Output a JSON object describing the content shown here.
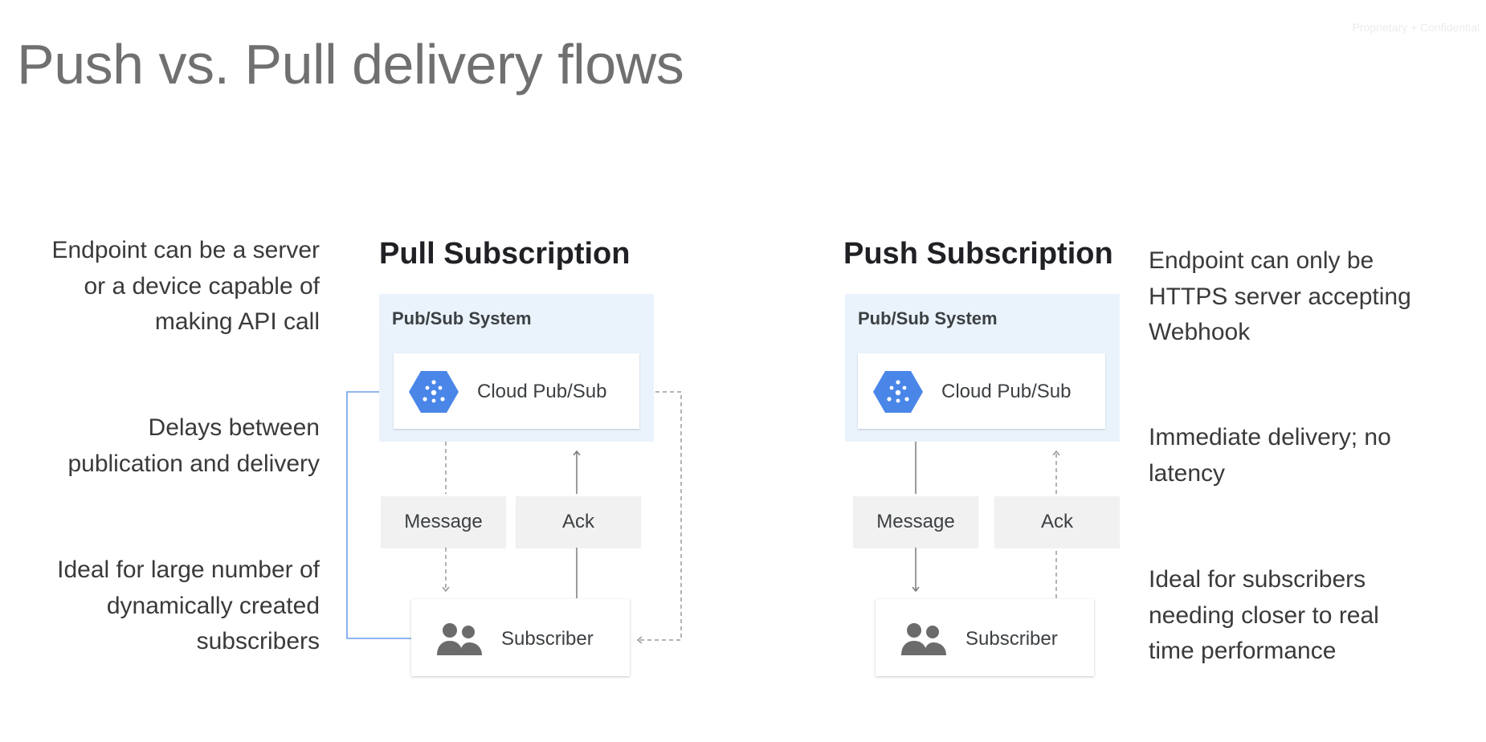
{
  "slide": {
    "title": "Push vs. Pull delivery flows",
    "watermark": "Proprietary + Confidential"
  },
  "pull": {
    "heading": "Pull Subscription",
    "system_label": "Pub/Sub System",
    "service_label": "Cloud Pub/Sub",
    "message_label": "Message",
    "ack_label": "Ack",
    "subscriber_label": "Subscriber",
    "notes": [
      "Endpoint can be a server or a device capable of making API call",
      "Delays between publication and delivery",
      "Ideal for large number of dynamically created subscribers"
    ]
  },
  "push": {
    "heading": "Push Subscription",
    "system_label": "Pub/Sub System",
    "service_label": "Cloud Pub/Sub",
    "message_label": "Message",
    "ack_label": "Ack",
    "subscriber_label": "Subscriber",
    "notes": [
      "Endpoint can only be HTTPS server accepting Webhook",
      "Immediate delivery; no latency",
      "Ideal for subscribers needing closer to real time performance"
    ]
  },
  "colors": {
    "system_bg": "#eaf3fc",
    "pubsub_hex": "#4a86e8",
    "solid_arrow": "#7a7a7a",
    "dashed_arrow": "#9a9a9a",
    "request_line": "#6d9eeb",
    "icon_gray": "#6b6b6b"
  },
  "icons": {
    "service": "pubsub-hexagon-icon",
    "subscriber": "people-icon"
  }
}
